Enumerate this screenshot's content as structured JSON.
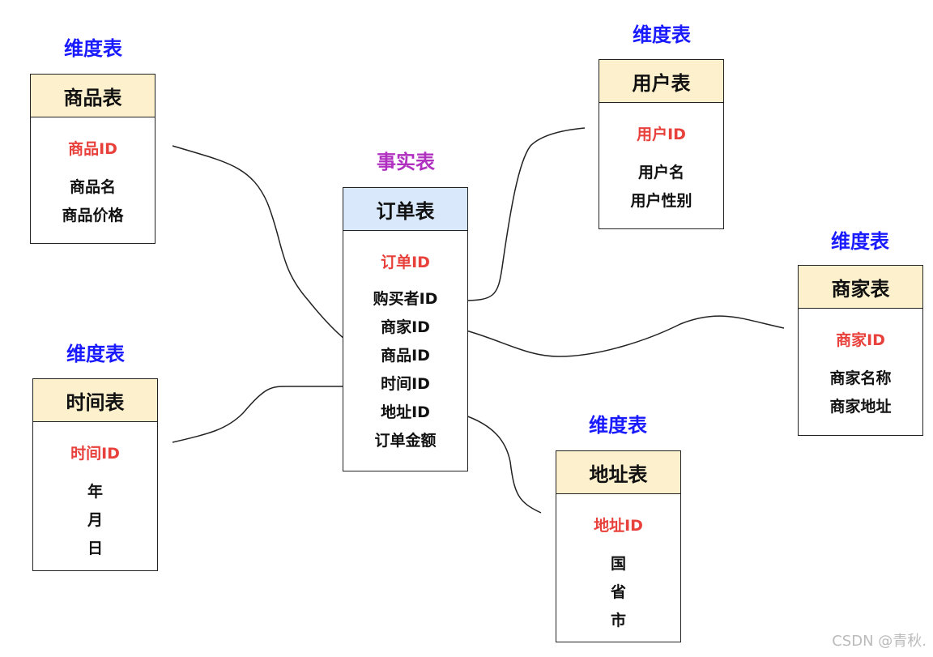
{
  "labels": {
    "dimension": "维度表",
    "fact": "事实表"
  },
  "tables": {
    "product": {
      "title": "商品表",
      "pk": "商品ID",
      "fields": [
        "商品名",
        "商品价格"
      ]
    },
    "time": {
      "title": "时间表",
      "pk": "时间ID",
      "fields": [
        "年",
        "月",
        "日"
      ]
    },
    "order": {
      "title": "订单表",
      "pk": "订单ID",
      "fields": [
        "购买者ID",
        "商家ID",
        "商品ID",
        "时间ID",
        "地址ID",
        "订单金额"
      ]
    },
    "user": {
      "title": "用户表",
      "pk": "用户ID",
      "fields": [
        "用户名",
        "用户性别"
      ]
    },
    "merchant": {
      "title": "商家表",
      "pk": "商家ID",
      "fields": [
        "商家名称",
        "商家地址"
      ]
    },
    "address": {
      "title": "地址表",
      "pk": "地址ID",
      "fields": [
        "国",
        "省",
        "市"
      ]
    }
  },
  "watermark": "CSDN @青秋.",
  "colors": {
    "dimension": "#1a1aff",
    "fact": "#b030c0",
    "pk": "#e8413c",
    "header_dim": "#fdf0cd",
    "header_fact": "#dae8fc"
  }
}
